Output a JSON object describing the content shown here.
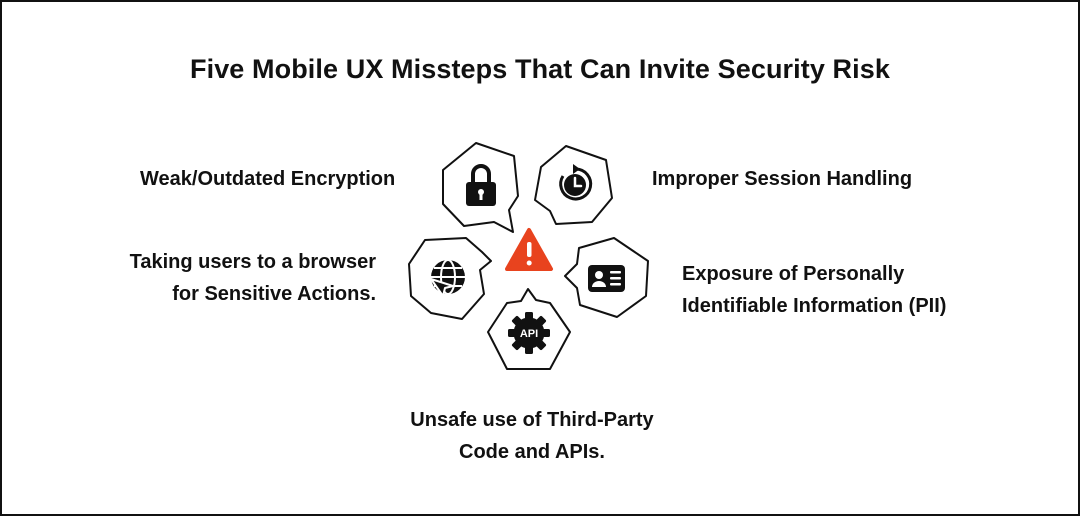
{
  "title": "Five Mobile UX Missteps That Can Invite Security Risk",
  "center_icon": "warning-triangle-icon",
  "items": [
    {
      "id": "encryption",
      "icon": "lock-icon",
      "lines": [
        "Weak/Outdated Encryption"
      ]
    },
    {
      "id": "session",
      "icon": "session-timer-icon",
      "lines": [
        "Improper Session Handling"
      ]
    },
    {
      "id": "browser",
      "icon": "globe-cursor-icon",
      "lines": [
        "Taking users to a browser",
        "for Sensitive Actions."
      ]
    },
    {
      "id": "pii",
      "icon": "id-card-icon",
      "lines": [
        "Exposure of Personally",
        "Identifiable Information (PII)"
      ]
    },
    {
      "id": "api",
      "icon": "api-gear-icon",
      "icon_text": "API",
      "lines": [
        "Unsafe use of Third-Party",
        "Code and APIs."
      ]
    }
  ],
  "colors": {
    "accent": "#E8431E",
    "ink": "#111111",
    "background": "#FFFFFF"
  }
}
